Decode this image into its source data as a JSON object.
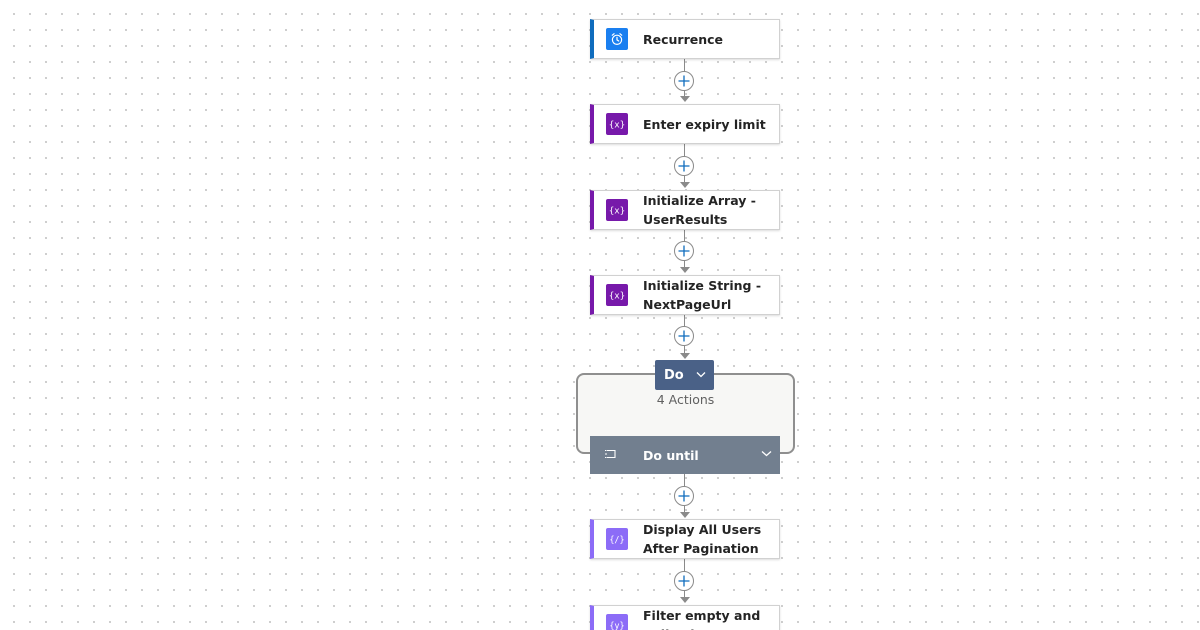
{
  "colors": {
    "schedule_accent": "#0f6cbd",
    "schedule_icon_bg": "#1a7ff0",
    "variable_accent": "#7719aa",
    "variable_icon_bg": "#7719aa",
    "compose_accent": "#8c6cf7",
    "compose_icon_bg": "#8c6cf7",
    "scope_tab_bg": "#4a6187",
    "do_until_bg": "#727f8f",
    "connector": "#8a8a8a",
    "add_plus": "#0f6cbd"
  },
  "flow": {
    "steps": [
      {
        "label": "Recurrence",
        "icon": "alarm-clock-icon"
      },
      {
        "label": "Enter expiry limit",
        "icon": "variable-icon"
      },
      {
        "label": "Initialize Array - UserResults",
        "icon": "variable-icon"
      },
      {
        "label": "Initialize String - NextPageUrl",
        "icon": "variable-icon"
      },
      {
        "label": "Display All Users After Pagination",
        "icon": "compose-icon"
      },
      {
        "label": "Filter empty and null values",
        "icon": "compose-icon"
      }
    ],
    "scope": {
      "tab_label": "Do",
      "actions_count": "4 Actions",
      "loop_label": "Do until",
      "loop_icon": "loop-icon"
    }
  }
}
